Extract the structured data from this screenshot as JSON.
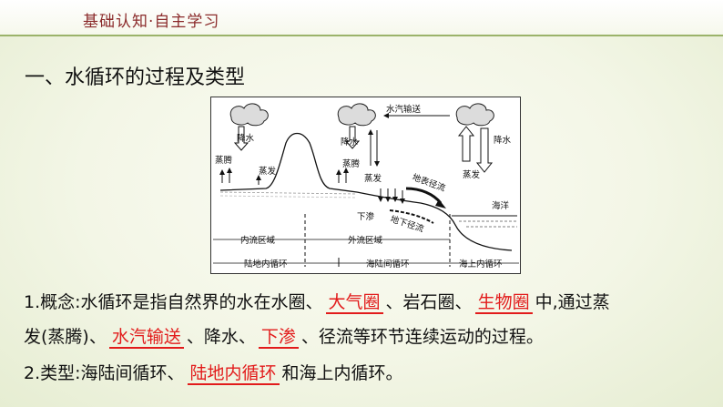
{
  "header": {
    "title": "基础认知·自主学习"
  },
  "section": {
    "title": "一、水循环的过程及类型"
  },
  "figure": {
    "labels": {
      "precip_left": "降水",
      "precip_mid": "降水",
      "precip_right": "降水",
      "transpiration_left": "蒸腾",
      "transpiration_mid": "蒸腾",
      "evap_left": "蒸发",
      "evap_mid": "蒸发",
      "evap_right": "蒸发",
      "vapor_transport": "水汽输送",
      "surface_runoff": "地表径流",
      "groundwater_runoff": "地下径流",
      "infiltration": "下渗",
      "ocean": "海洋",
      "inland_area": "内流区域",
      "outflow_area": "外流区域",
      "land_cycle": "陆地内循环",
      "sea_land_cycle": "海陆间循环",
      "sea_cycle": "海上内循环"
    }
  },
  "para1": {
    "line1_a": "1.概念:水循环是指自然界的水在水圈、",
    "ans1": "大气圈",
    "line1_b": "、岩石圈、",
    "ans2": "生物圈",
    "line1_c": "中,通过蒸",
    "line2_a": "发(蒸腾)、",
    "ans3": "水汽输送",
    "line2_b": "、降水、",
    "ans4": "下渗",
    "line2_c": "、径流等环节连续运动的过程。"
  },
  "para2": {
    "a": "2.类型:海陆间循环、",
    "ans": "陆地内循环",
    "b": "和海上内循环。"
  },
  "colors": {
    "answer": "#e21b1b",
    "header_text": "#8b2b2b",
    "accent_line": "#9bb36a"
  }
}
